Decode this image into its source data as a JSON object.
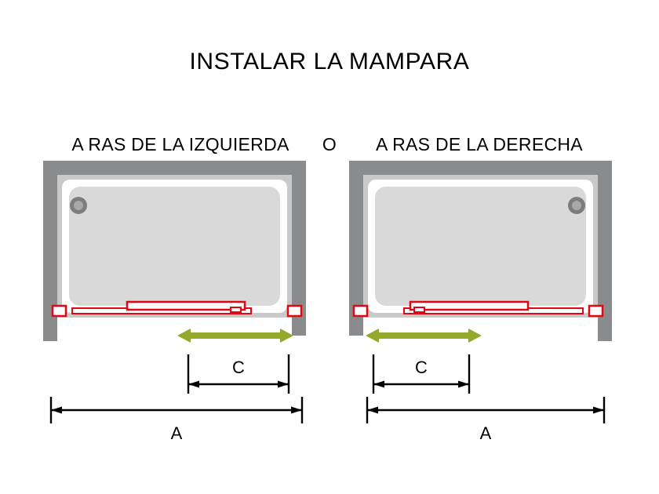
{
  "title": "INSTALAR LA MAMPARA",
  "or_separator": "O",
  "panels": {
    "left": {
      "heading": "A RAS DE LA IZQUIERDA",
      "dim_c_label": "C",
      "dim_a_label": "A"
    },
    "right": {
      "heading": "A RAS DE LA DERECHA",
      "dim_c_label": "C",
      "dim_a_label": "A"
    }
  },
  "colors": {
    "wall_gray": "#8a8b8d",
    "tray_rim": "#c9c9c9",
    "tray_surface": "#d9d9d9",
    "drain_dark": "#7d7d7d",
    "drain_light": "#a8a8a8",
    "door_red": "#e30613",
    "arrow_green": "#95a82a",
    "dim_black": "#000000"
  }
}
